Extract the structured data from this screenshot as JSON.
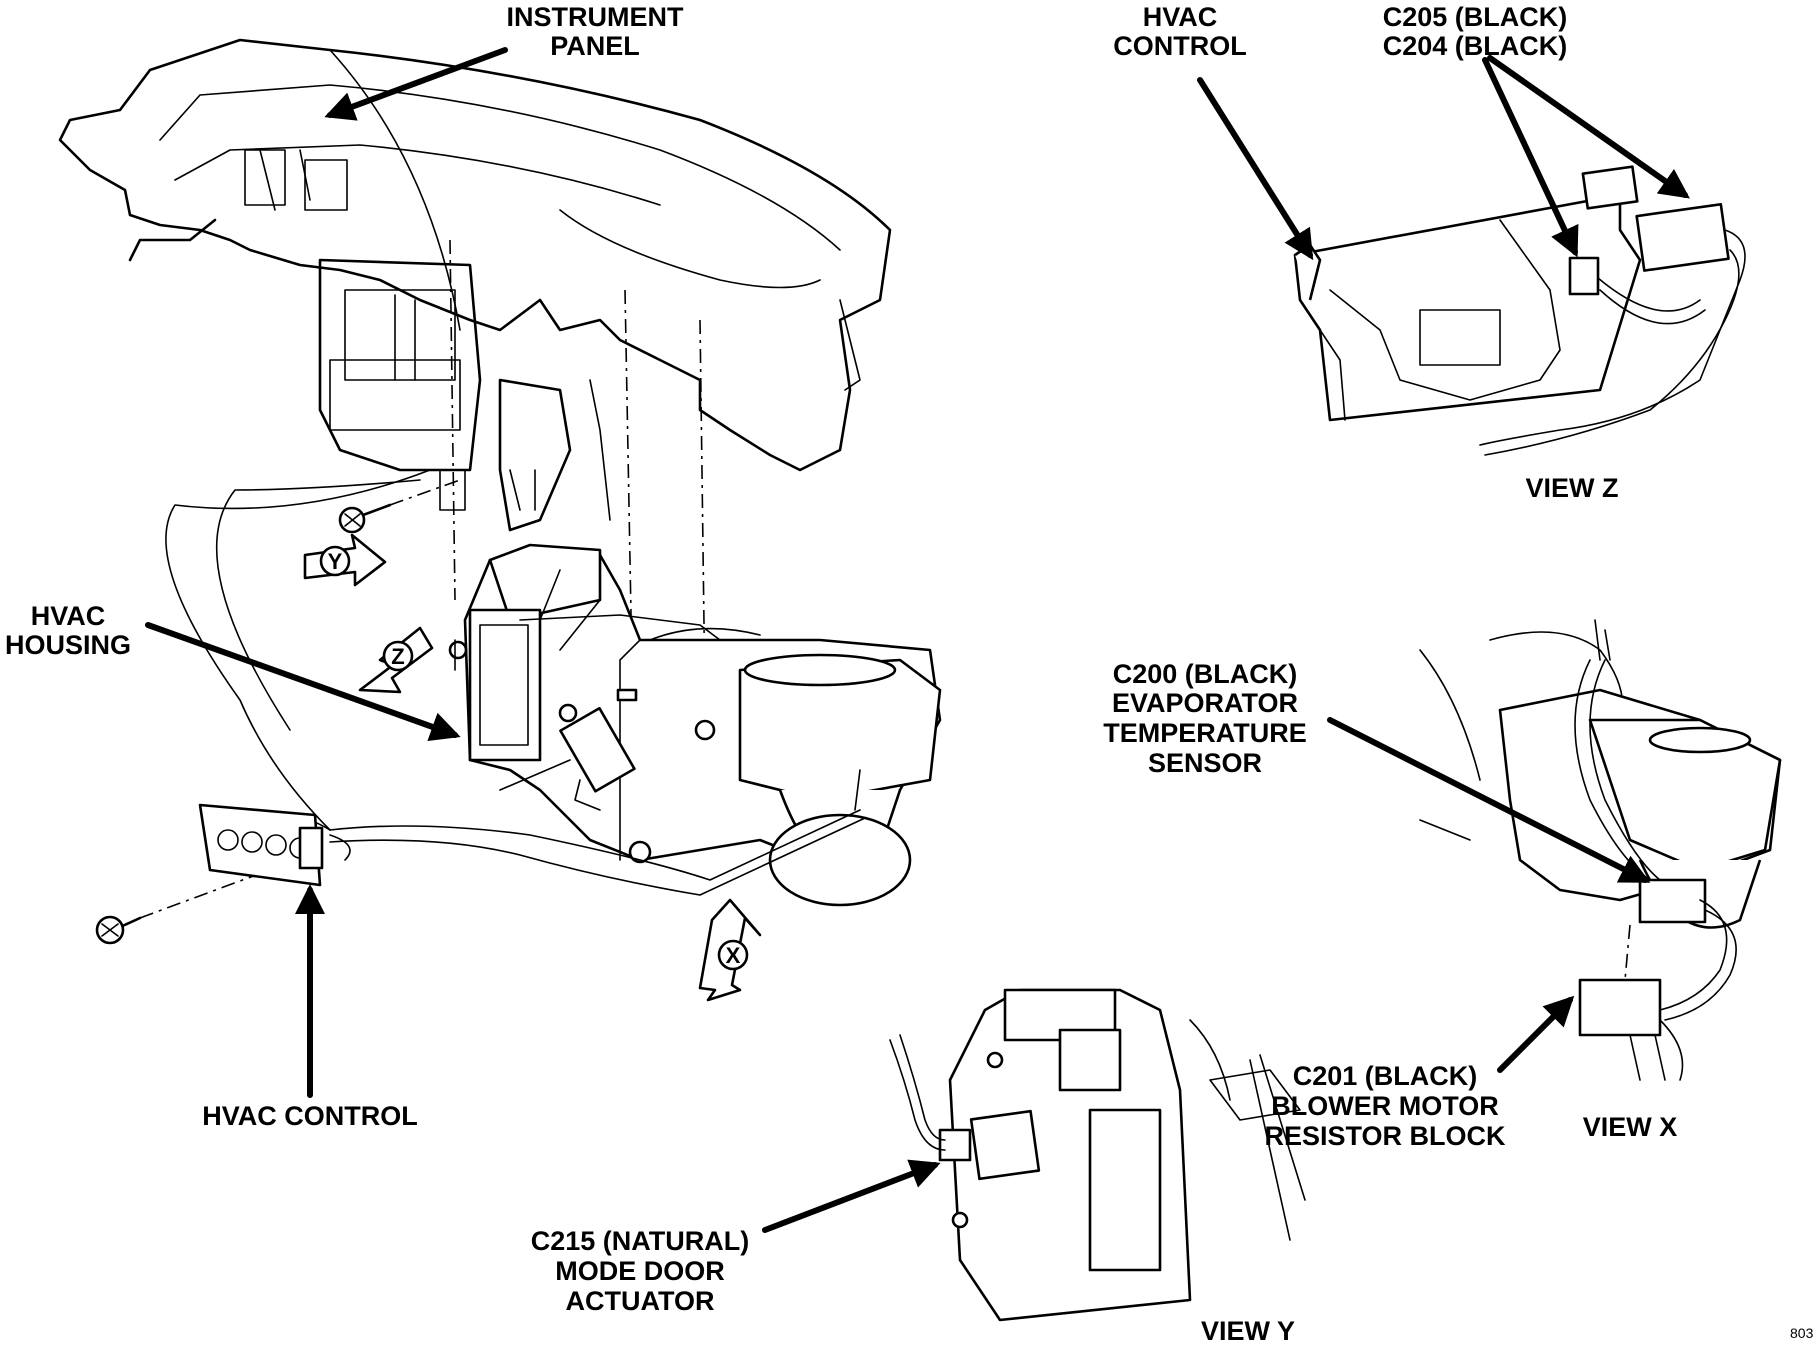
{
  "labels": {
    "instrument_panel": [
      "INSTRUMENT",
      "PANEL"
    ],
    "hvac_control_top": [
      "HVAC",
      "CONTROL"
    ],
    "c205_c204": [
      "C205 (BLACK)",
      "C204 (BLACK)"
    ],
    "hvac_housing": [
      "HVAC",
      "HOUSING"
    ],
    "c200": [
      "C200 (BLACK)",
      "EVAPORATOR",
      "TEMPERATURE",
      "SENSOR"
    ],
    "hvac_control_bottom": "HVAC CONTROL",
    "c201": [
      "C201 (BLACK)",
      "BLOWER MOTOR",
      "RESISTOR BLOCK"
    ],
    "c215": [
      "C215 (NATURAL)",
      "MODE DOOR",
      "ACTUATOR"
    ]
  },
  "view_titles": {
    "z": "VIEW Z",
    "x": "VIEW X",
    "y": "VIEW Y"
  },
  "view_arrows": {
    "y": "Y",
    "z": "Z",
    "x": "X"
  },
  "figure_code": "803"
}
